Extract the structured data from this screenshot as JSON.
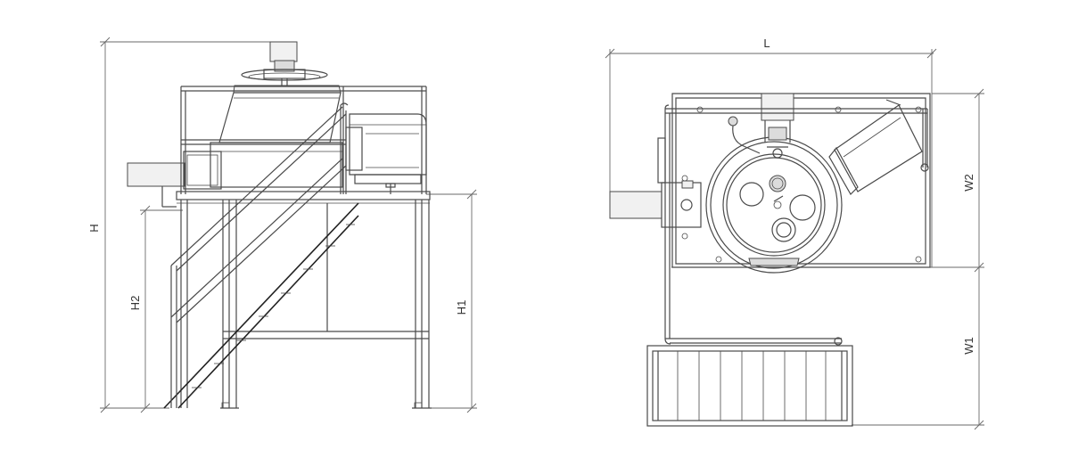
{
  "dimensions": {
    "H": "H",
    "H1": "H1",
    "H2": "H2",
    "L": "L",
    "W1": "W1",
    "W2": "W2"
  },
  "views": [
    "side-elevation",
    "top-plan"
  ],
  "colors": {
    "line": "#4a4a4a",
    "dimension": "#6a6a6a",
    "shade": "#dcdcdc",
    "background": "#ffffff"
  }
}
